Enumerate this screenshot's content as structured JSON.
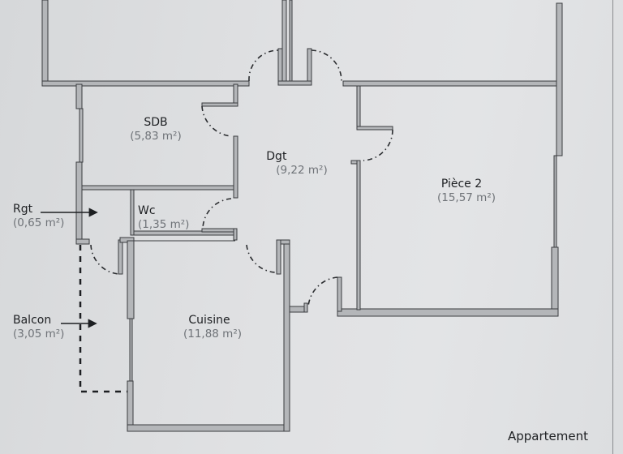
{
  "plan": {
    "title": "Appartement",
    "colors": {
      "paper": "#e0e1e3",
      "wall_fill": "#b4b6b9",
      "wall_stroke": "#3a3c3f",
      "label": "#1d1f22",
      "area_text": "#6f7378"
    },
    "rooms": [
      {
        "id": "sdb",
        "name": "SDB",
        "area": "(5,83 m²)"
      },
      {
        "id": "dgt",
        "name": "Dgt",
        "area": "(9,22 m²)"
      },
      {
        "id": "piece2",
        "name": "Pièce 2",
        "area": "(15,57 m²)"
      },
      {
        "id": "rgt",
        "name": "Rgt",
        "area": "(0,65 m²)"
      },
      {
        "id": "wc",
        "name": "Wc",
        "area": "(1,35 m²)"
      },
      {
        "id": "balcon",
        "name": "Balcon",
        "area": "(3,05 m²)"
      },
      {
        "id": "cuisine",
        "name": "Cuisine",
        "area": "(11,88 m²)"
      }
    ]
  }
}
